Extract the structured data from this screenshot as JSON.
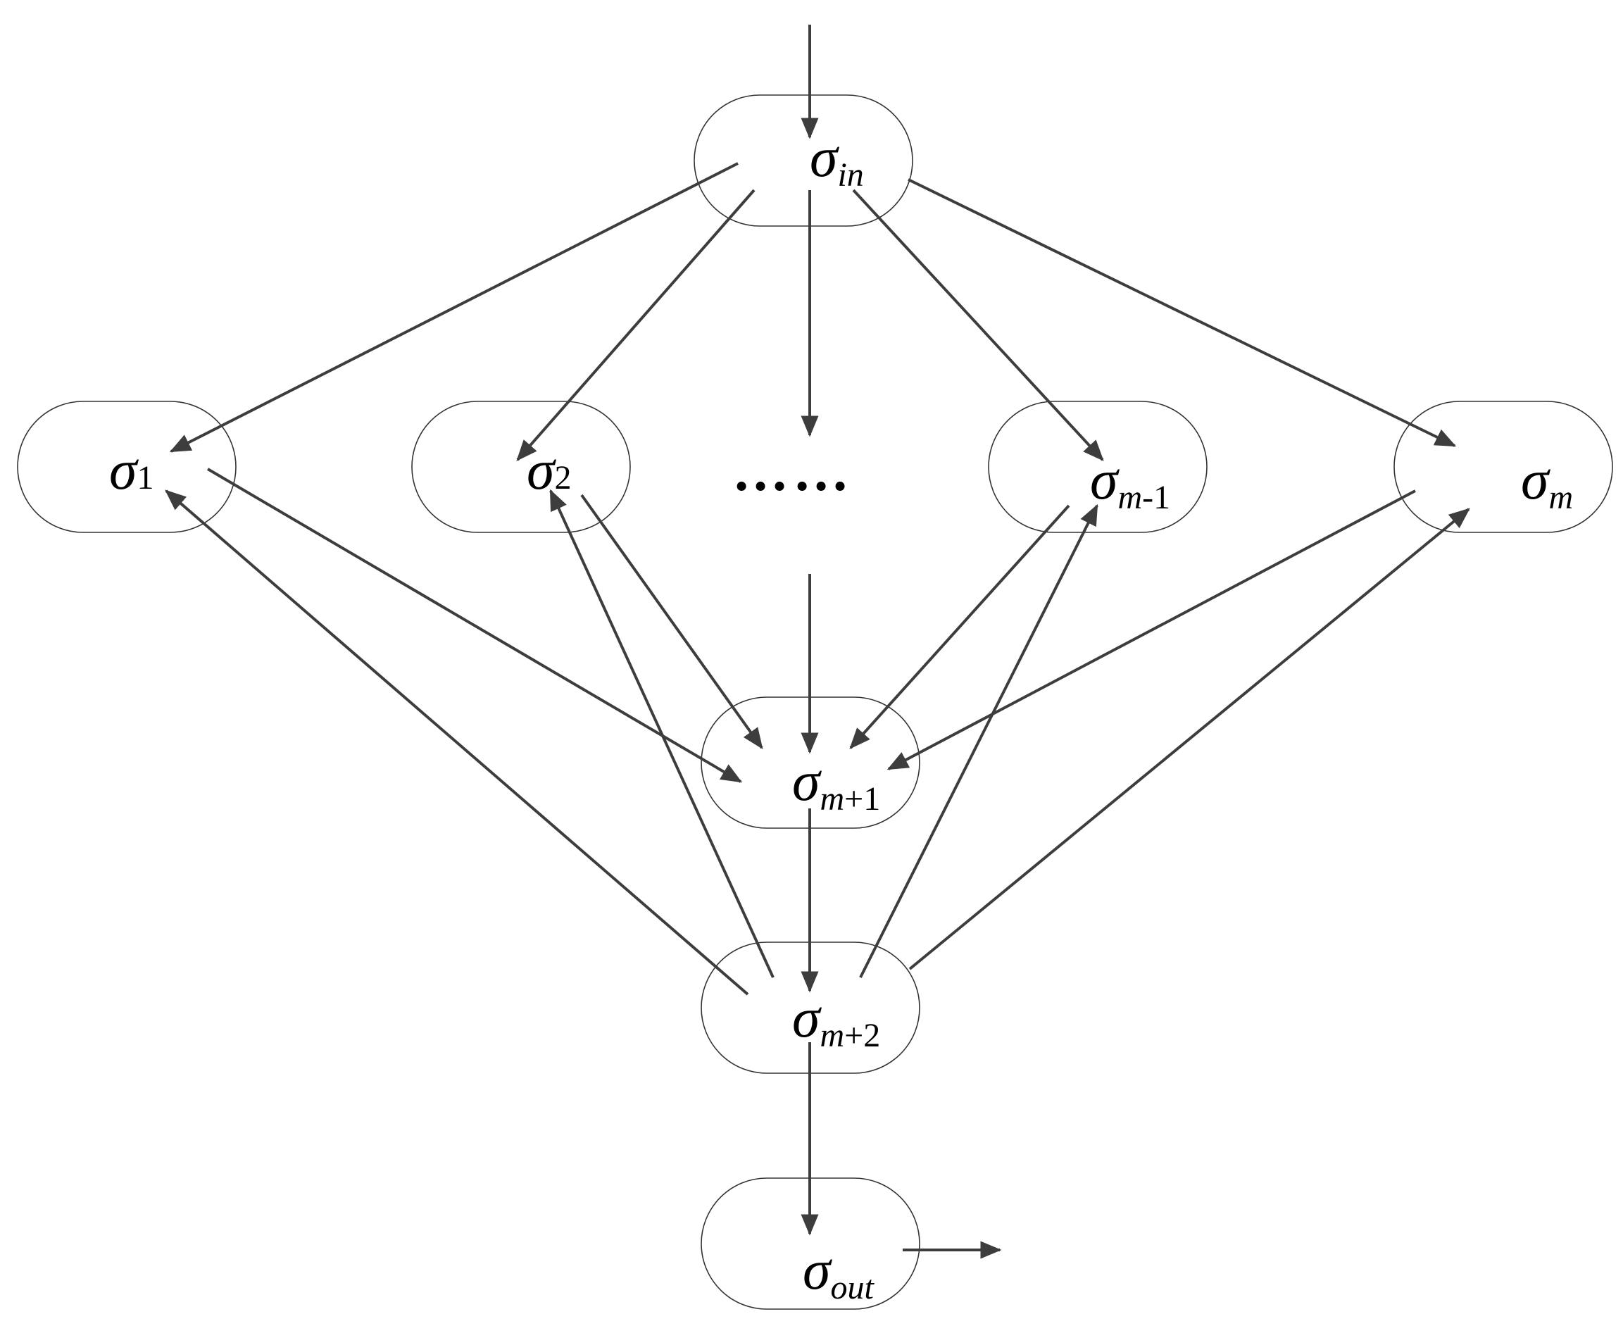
{
  "nodes": [
    {
      "id": "in",
      "symbol": "σ",
      "sub_italic": "in",
      "sub_upright": ""
    },
    {
      "id": "n1",
      "symbol": "σ",
      "sub_italic": "",
      "sub_upright": "1"
    },
    {
      "id": "n2",
      "symbol": "σ",
      "sub_italic": "",
      "sub_upright": "2"
    },
    {
      "id": "nm1",
      "symbol": "σ",
      "sub_italic": "m",
      "sub_upright": "-1"
    },
    {
      "id": "nm",
      "symbol": "σ",
      "sub_italic": "m",
      "sub_upright": ""
    },
    {
      "id": "nmp1",
      "symbol": "σ",
      "sub_italic": "m",
      "sub_upright": "+1"
    },
    {
      "id": "nmp2",
      "symbol": "σ",
      "sub_italic": "m",
      "sub_upright": "+2"
    },
    {
      "id": "out",
      "symbol": "σ",
      "sub_italic": "out",
      "sub_upright": ""
    }
  ],
  "ellipsis": "……",
  "edges": [
    {
      "from": "input",
      "to": "in"
    },
    {
      "from": "in",
      "to": "n1"
    },
    {
      "from": "in",
      "to": "n2"
    },
    {
      "from": "in",
      "to": "ellipsis"
    },
    {
      "from": "in",
      "to": "nm1"
    },
    {
      "from": "in",
      "to": "nm"
    },
    {
      "from": "n1",
      "to": "nmp1"
    },
    {
      "from": "n2",
      "to": "nmp1"
    },
    {
      "from": "ellipsis",
      "to": "nmp1"
    },
    {
      "from": "nm1",
      "to": "nmp1"
    },
    {
      "from": "nm",
      "to": "nmp1"
    },
    {
      "from": "nmp1",
      "to": "nmp2"
    },
    {
      "from": "nmp2",
      "to": "n1"
    },
    {
      "from": "nmp2",
      "to": "n2"
    },
    {
      "from": "nmp2",
      "to": "nm1"
    },
    {
      "from": "nmp2",
      "to": "nm"
    },
    {
      "from": "nmp2",
      "to": "out"
    },
    {
      "from": "out",
      "to": "environment"
    }
  ],
  "colors": {
    "edge": "#3d3d3d",
    "node_border": "#333333",
    "text": "#000000",
    "background": "#ffffff"
  }
}
